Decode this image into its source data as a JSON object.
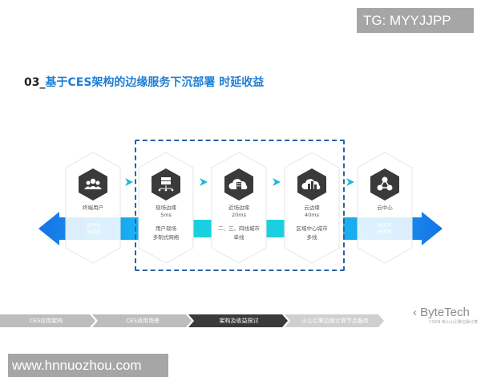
{
  "watermark_top": "TG: MYYJJPP",
  "watermark_bottom": "www.hnnuozhou.com",
  "title": {
    "number": "03_",
    "text": "基于CES架构的边缘服务下沉部署 时延收益"
  },
  "colors": {
    "title_blue": "#1e7fd6",
    "arrow_blue": "#1a8ff0",
    "cyan": "#1ad0e0",
    "dash_frame": "#2a62a8",
    "icon_hex": "#3a3a3a",
    "crumb_inactive": "#bdbdbd",
    "crumb_active": "#3a3a3a"
  },
  "cards": [
    {
      "icon": "users-icon",
      "label": "终端用户",
      "latency": "",
      "desc_line1": "",
      "desc_line2": ""
    },
    {
      "icon": "server-network-icon",
      "label": "现场边缘",
      "latency": "5ms",
      "desc_line1": "用户现场",
      "desc_line2": "多制式网络"
    },
    {
      "icon": "cloud-building-icon",
      "label": "近场边缘",
      "latency": "20ms",
      "desc_line1": "二、三、四线城市",
      "desc_line2": "单线"
    },
    {
      "icon": "cloud-city-icon",
      "label": "云边缘",
      "latency": "40ms",
      "desc_line1": "区域中心城市",
      "desc_line2": "多线"
    },
    {
      "icon": "cloud-topology-icon",
      "label": "云中心",
      "latency": "",
      "desc_line1": "",
      "desc_line2": ""
    }
  ],
  "left_arrow": {
    "line1": "低时延",
    "line2": "低成本"
  },
  "right_arrow": {
    "line1": "高效率",
    "line2": "高密集"
  },
  "breadcrumb": [
    {
      "label": "CES应用架构",
      "active": false
    },
    {
      "label": "CES适用场景",
      "active": false
    },
    {
      "label": "架构及收益探讨",
      "active": true
    },
    {
      "label": "火山引擎边缘计算节点服务",
      "active": false
    }
  ],
  "logo": {
    "name": "ByteTech",
    "subtitle": "CSDN 帝火山引擎边缘计算"
  }
}
